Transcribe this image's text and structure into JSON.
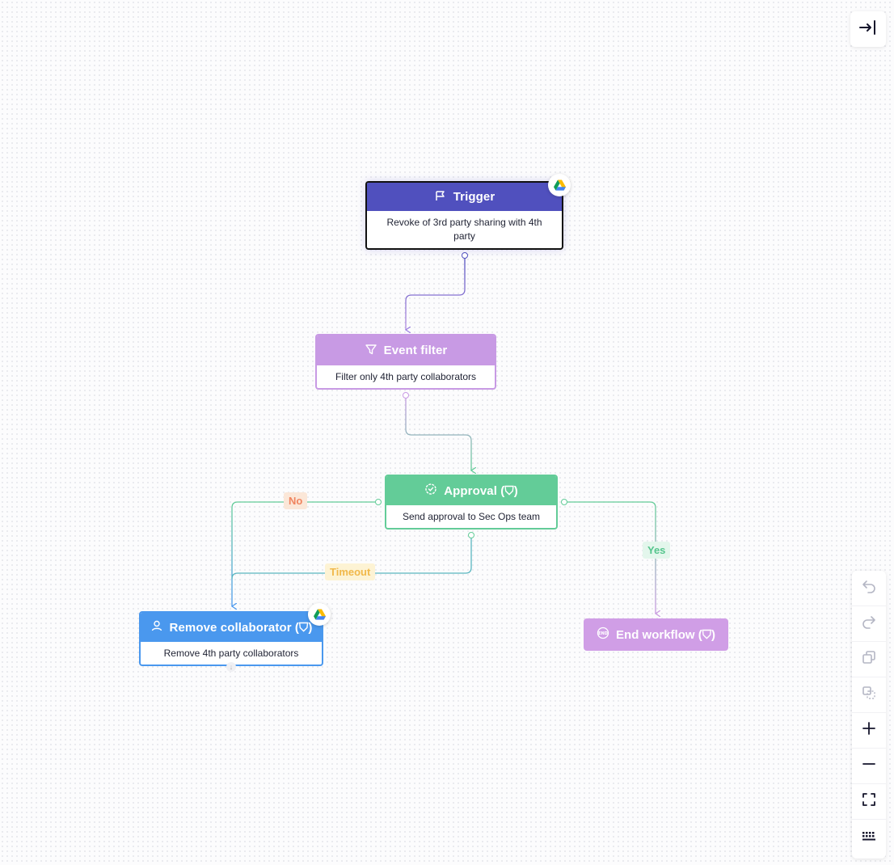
{
  "colors": {
    "trigger": "#5050be",
    "filter": "#c89ae4",
    "approval": "#63cc98",
    "remove": "#4a98ee",
    "end": "#d09ee6",
    "no_label_bg": "#fbe7d8",
    "no_label_fg": "#f08560",
    "timeout_label_bg": "#fdf3d4",
    "timeout_label_fg": "#f1b84a",
    "yes_label_bg": "#e3f6ec",
    "yes_label_fg": "#55c58d"
  },
  "nodes": {
    "trigger": {
      "title": "Trigger",
      "description": "Revoke of 3rd party sharing with 4th party",
      "icon": "flag-icon",
      "badge": "google-drive-icon"
    },
    "filter": {
      "title": "Event filter",
      "description": "Filter only 4th party collaborators",
      "icon": "filter-icon"
    },
    "approval": {
      "title": "Approval (⛉)",
      "description": "Send approval to Sec Ops team",
      "icon": "approval-badge-icon"
    },
    "remove": {
      "title": "Remove collaborator (⛉)",
      "description": "Remove 4th party collaborators",
      "icon": "user-icon",
      "badge": "google-drive-icon"
    },
    "end": {
      "title": "End workflow (⛉)",
      "icon": "end-icon"
    }
  },
  "edge_labels": {
    "no": "No",
    "timeout": "Timeout",
    "yes": "Yes"
  },
  "toolbar": {
    "buttons": [
      "undo-icon",
      "redo-icon",
      "duplicate-icon",
      "select-icon",
      "zoom-in-icon",
      "zoom-out-icon",
      "fit-view-icon",
      "keyboard-icon"
    ]
  },
  "panel_toggle": "collapse-panel-icon"
}
